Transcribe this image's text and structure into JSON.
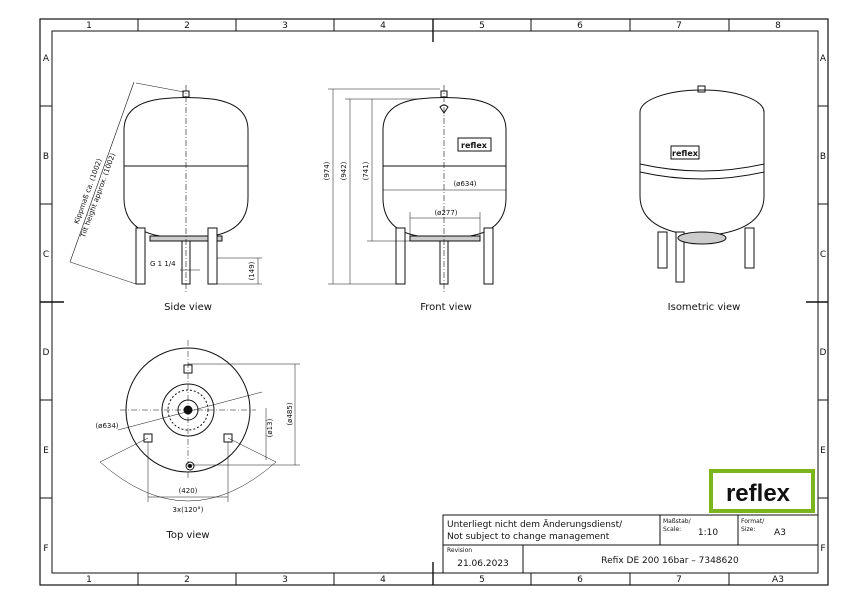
{
  "grid": {
    "columns": [
      "1",
      "2",
      "3",
      "4",
      "5",
      "6",
      "7",
      "8"
    ],
    "rows": [
      "A",
      "B",
      "C",
      "D",
      "E",
      "F"
    ]
  },
  "views": {
    "side": "Side view",
    "front": "Front view",
    "isometric": "Isometric view",
    "top": "Top view"
  },
  "dimensions": {
    "tilt_de": "Kippmaß ca. (1002)",
    "tilt_en": "Tilt height approx. (1002)",
    "thread": "G 1 1/4",
    "h149": "(149)",
    "h974": "(974)",
    "h942": "(942)",
    "h741": "(741)",
    "d634_front": "(ø634)",
    "d277": "(ø277)",
    "d634_top": "(ø634)",
    "d13": "(ø13)",
    "d485": "(ø485)",
    "w420": "(420)",
    "angle": "3x(120°)"
  },
  "logo": {
    "text": "reflex",
    "color": "#7ab51d"
  },
  "title_block": {
    "notice_de": "Unterliegt nicht dem Änderungsdienst/",
    "notice_en": "Not subject to change management",
    "scale_label_de": "Maßstab/",
    "scale_label_en": "Scale:",
    "scale_value": "1:10",
    "format_label_de": "Format/",
    "format_label_en": "Size:",
    "format_value": "A3",
    "revision_label": "Revision",
    "revision_date": "21.06.2023",
    "product": "Refix DE 200 16bar – 7348620",
    "bottom_format": "A3"
  }
}
